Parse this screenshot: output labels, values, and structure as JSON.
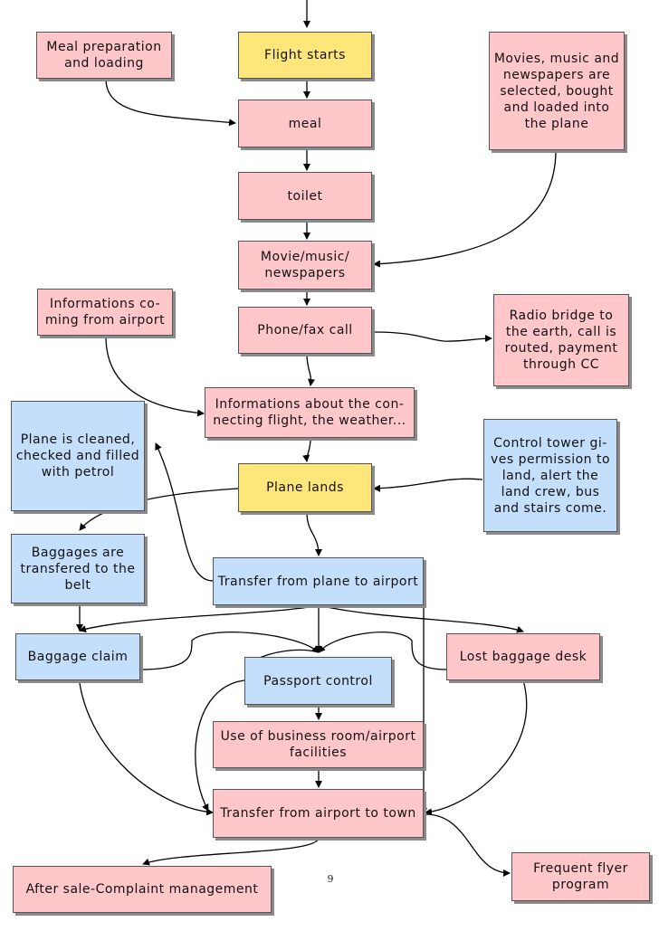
{
  "nodes": {
    "meal_prep": "Meal preparation\nand loading",
    "flight_starts": "Flight starts",
    "movies_selected": "Movies, music and\nnewspapers are\nselected, bought\nand loaded into\nthe plane",
    "meal": "meal",
    "toilet": "toilet",
    "movie_music": "Movie/music/\nnewspapers",
    "info_airport": "Informations co-\nming from airport",
    "phone_fax": "Phone/fax call",
    "radio_bridge": "Radio bridge to\nthe earth, call is\nrouted, payment\nthrough CC",
    "info_connecting": "Informations about the con-\nnecting flight, the weather...",
    "plane_cleaned": "Plane is cleaned,\nchecked and filled\nwith petrol",
    "plane_lands": "Plane lands",
    "control_tower": "Control tower gi-\nves permission to\nland, alert the\nland crew, bus\nand stairs come.",
    "baggages_transfered": "Baggages are\ntransfered to the\nbelt",
    "transfer_plane_airport": "Transfer from plane to airport",
    "baggage_claim": "Baggage claim",
    "lost_baggage": "Lost baggage desk",
    "passport_control": "Passport control",
    "business_room": "Use of business room/airport\nfacilities",
    "transfer_airport_town": "Transfer from airport to town",
    "after_sale": "After sale-Complaint management",
    "frequent_flyer": "Frequent flyer\nprogram"
  },
  "page_number": "9",
  "colors": {
    "pink": "#ffc7c9",
    "yellow": "#ffe67a",
    "blue": "#c4dffb"
  }
}
